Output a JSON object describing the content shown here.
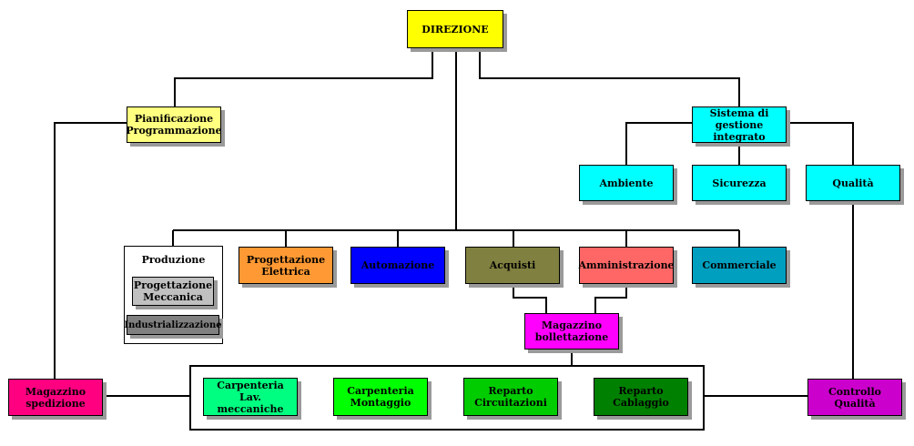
{
  "nodes": {
    "direzione": {
      "label": "DIREZIONE",
      "color": "#ffff00"
    },
    "pianificazione": {
      "label": "Pianificazione\nProgrammazione",
      "color": "#ffff80"
    },
    "sistema": {
      "label": "Sistema di gestione\nintegrato",
      "color": "#00ffff"
    },
    "ambiente": {
      "label": "Ambiente",
      "color": "#00ffff"
    },
    "sicurezza": {
      "label": "Sicurezza",
      "color": "#00ffff"
    },
    "qualita": {
      "label": "Qualità",
      "color": "#00ffff"
    },
    "produzione": {
      "label": "Produzione",
      "color": "#ffffff"
    },
    "progettazione_meccanica": {
      "label": "Progettazione\nMeccanica",
      "color": "#c0c0c0"
    },
    "industrializzazione": {
      "label": "Industrializzazione",
      "color": "#808080"
    },
    "progettazione_elettrica": {
      "label": "Progettazione\nElettrica",
      "color": "#ff9933"
    },
    "automazione": {
      "label": "Automazione",
      "color": "#0000ff"
    },
    "acquisti": {
      "label": "Acquisti",
      "color": "#808040"
    },
    "amministrazione": {
      "label": "Amministrazione",
      "color": "#ff6666"
    },
    "commerciale": {
      "label": "Commerciale",
      "color": "#009fbf"
    },
    "magazzino_bollettazione": {
      "label": "Magazzino\nbollettazione",
      "color": "#ff00ff"
    },
    "magazzino_spedizione": {
      "label": "Magazzino\nspedizione",
      "color": "#ff0080"
    },
    "controllo_qualita": {
      "label": "Controllo\nQualità",
      "color": "#cc00cc"
    },
    "carpenteria_lav": {
      "label": "Carpenteria\nLav. meccaniche",
      "color": "#00ff80"
    },
    "carpenteria_montaggio": {
      "label": "Carpenteria\nMontaggio",
      "color": "#00ff00"
    },
    "reparto_circuitazioni": {
      "label": "Reparto\nCircuitazioni",
      "color": "#00cc00"
    },
    "reparto_cablaggio": {
      "label": "Reparto\nCablaggio",
      "color": "#008000"
    }
  }
}
